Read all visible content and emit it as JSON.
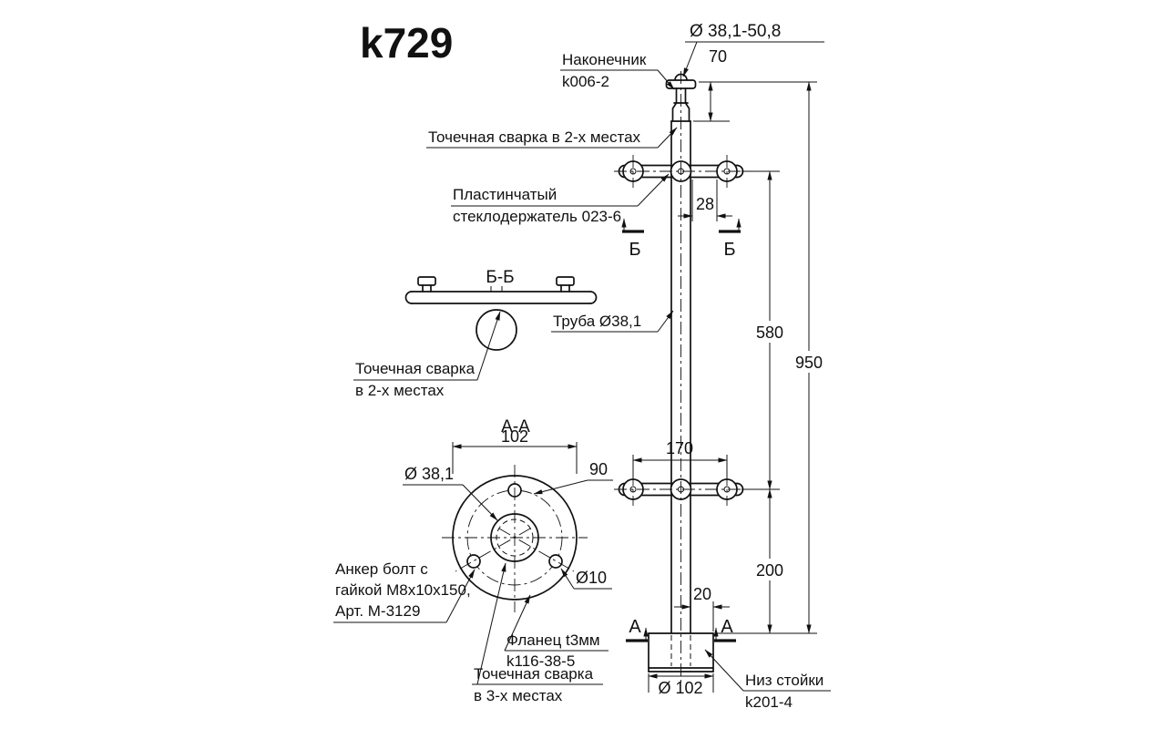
{
  "title": "k729",
  "main_view": {
    "labels": {
      "tip_name": "Наконечник",
      "tip_code": "k006-2",
      "spot_weld_top": "Точечная сварка в 2-х местах",
      "glass_holder_line1": "Пластинчатый",
      "glass_holder_line2": "стеклодержатель 023-6",
      "tube": "Труба Ø38,1",
      "bottom_line1": "Низ стойки",
      "bottom_line2": "k201-4"
    },
    "dimensions": {
      "top_diameter": "Ø 38,1-50,8",
      "cap_height": "70",
      "holder_offset": "28",
      "between_holders": "580",
      "total_height": "950",
      "holder_width": "170",
      "bottom_section": "200",
      "base_lip": "20",
      "base_diameter": "Ø 102"
    },
    "section_markers": {
      "b": "Б",
      "a": "А"
    }
  },
  "section_bb": {
    "title": "Б-Б",
    "labels": {
      "weld_line1": "Точечная сварка",
      "weld_line2": "в 2-х местах"
    }
  },
  "section_aa": {
    "title": "А-А",
    "dimensions": {
      "flange_width": "102",
      "tube_diameter": "Ø 38,1",
      "bolt_circle": "90",
      "hole_diameter": "Ø10"
    },
    "labels": {
      "anchor_line1": "Анкер болт с",
      "anchor_line2": "гайкой M8x10x150,",
      "anchor_line3": "Арт. М-3129",
      "flange_line1": "Фланец t3мм",
      "flange_line2": "k116-38-5",
      "weld_line1": "Точечная сварка",
      "weld_line2": "в 3-х местах"
    }
  }
}
